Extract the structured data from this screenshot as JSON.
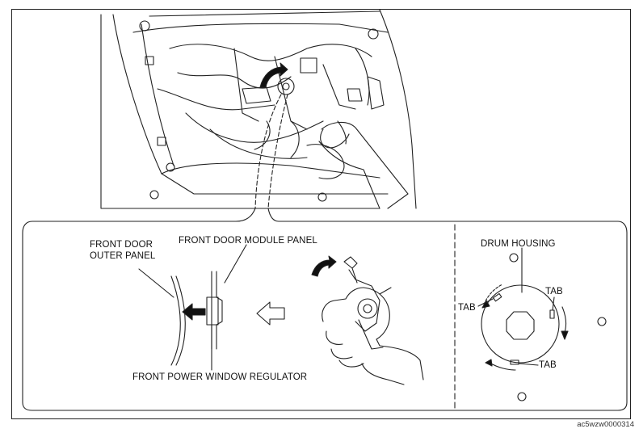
{
  "labels": {
    "outer_panel_line1": "FRONT DOOR",
    "outer_panel_line2": "OUTER PANEL",
    "module_panel": "FRONT DOOR MODULE PANEL",
    "regulator": "FRONT POWER WINDOW REGULATOR",
    "drum_housing": "DRUM HOUSING",
    "tab_left": "TAB",
    "tab_right": "TAB",
    "tab_bottom": "TAB"
  },
  "figure_code": "ac5wzw0000314"
}
